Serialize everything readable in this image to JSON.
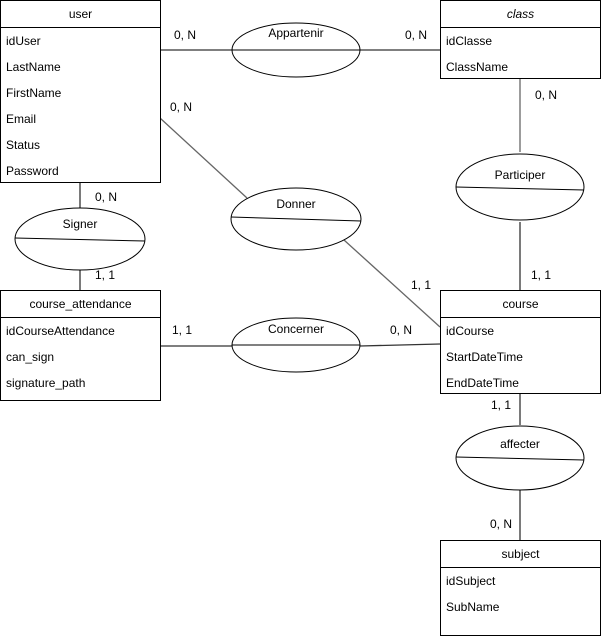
{
  "entities": {
    "user": {
      "title": "user",
      "attributes": [
        "idUser",
        "LastName",
        "FirstName",
        "Email",
        "Status",
        "Password"
      ]
    },
    "class": {
      "title": "class",
      "attributes": [
        "idClasse",
        "ClassName"
      ]
    },
    "course_attendance": {
      "title": "course_attendance",
      "attributes": [
        "idCourseAttendance",
        "can_sign",
        "signature_path"
      ]
    },
    "course": {
      "title": "course",
      "attributes": [
        "idCourse",
        "StartDateTime",
        "EndDateTime"
      ]
    },
    "subject": {
      "title": "subject",
      "attributes": [
        "idSubject",
        "SubName"
      ]
    }
  },
  "relations": {
    "appartenir": "Appartenir",
    "participer": "Participer",
    "signer": "Signer",
    "donner": "Donner",
    "concerner": "Concerner",
    "affecter": "affecter"
  },
  "cardinalities": {
    "user_appartenir": "0, N",
    "class_appartenir": "0, N",
    "class_participer": "0, N",
    "course_participer": "1, 1",
    "user_donner": "0, N",
    "course_donner": "1, 1",
    "user_signer": "0, N",
    "attendance_signer": "1, 1",
    "attendance_concerner": "1, 1",
    "course_concerner": "0, N",
    "course_affecter": "1, 1",
    "subject_affecter": "0, N"
  },
  "colors": {
    "stroke": "#000000",
    "connector": "#666666",
    "fill": "#ffffff"
  }
}
